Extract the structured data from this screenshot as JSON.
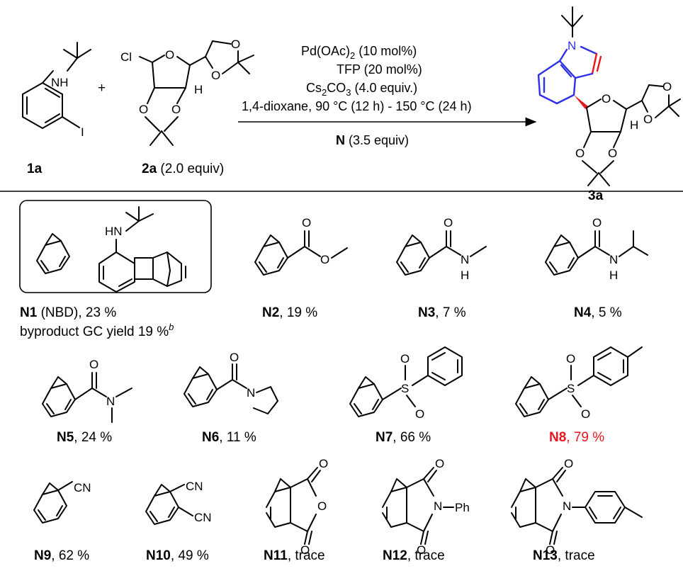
{
  "reaction": {
    "reactant1_label": "1a",
    "reactant2_label": "2a",
    "reactant2_equiv": "(2.0 equiv)",
    "plus": "+",
    "product_label": "3a",
    "conditions": {
      "line1_a": "Pd(OAc)",
      "line1_sub": "2",
      "line1_b": " (10 mol%)",
      "line2": "TFP (20 mol%)",
      "line3_a": "Cs",
      "line3_sub1": "2",
      "line3_b": "CO",
      "line3_sub2": "3",
      "line3_c": " (4.0 equiv.)",
      "line4": "1,4-dioxane, 90 °C (12 h) - 150 °C (24 h)",
      "line5_bold": "N",
      "line5_rest": " (3.5 equiv)"
    },
    "atoms": {
      "nh": "NH",
      "i": "I",
      "cl": "Cl",
      "o": "O",
      "h": "H",
      "n": "N"
    }
  },
  "norbornadienes": [
    {
      "id": "N1",
      "extra": " (NBD), 23 %",
      "note": "byproduct GC yield 19 %",
      "note_sup": "b",
      "highlight": false
    },
    {
      "id": "N2",
      "extra": ", 19 %",
      "highlight": false
    },
    {
      "id": "N3",
      "extra": ", 7 %",
      "highlight": false
    },
    {
      "id": "N4",
      "extra": ", 5 %",
      "highlight": false
    },
    {
      "id": "N5",
      "extra": ", 24 %",
      "highlight": false
    },
    {
      "id": "N6",
      "extra": ", 11 %",
      "highlight": false
    },
    {
      "id": "N7",
      "extra": ", 66 %",
      "highlight": false
    },
    {
      "id": "N8",
      "extra": ", 79 %",
      "highlight": true
    },
    {
      "id": "N9",
      "extra": ", 62 %",
      "highlight": false
    },
    {
      "id": "N10",
      "extra": ", 49 %",
      "highlight": false
    },
    {
      "id": "N11",
      "extra": ", trace",
      "highlight": false
    },
    {
      "id": "N12",
      "extra": ", trace",
      "highlight": false
    },
    {
      "id": "N13",
      "extra": ", trace",
      "highlight": false
    }
  ],
  "substituent_text": {
    "o": "O",
    "n": "N",
    "h": "H",
    "s": "S",
    "cn": "CN",
    "ph": "Ph",
    "hn": "HN"
  },
  "colors": {
    "highlight": "#e8161c",
    "indole": "#2d30e8",
    "new_bond": "#e8161c",
    "text": "#000000"
  }
}
